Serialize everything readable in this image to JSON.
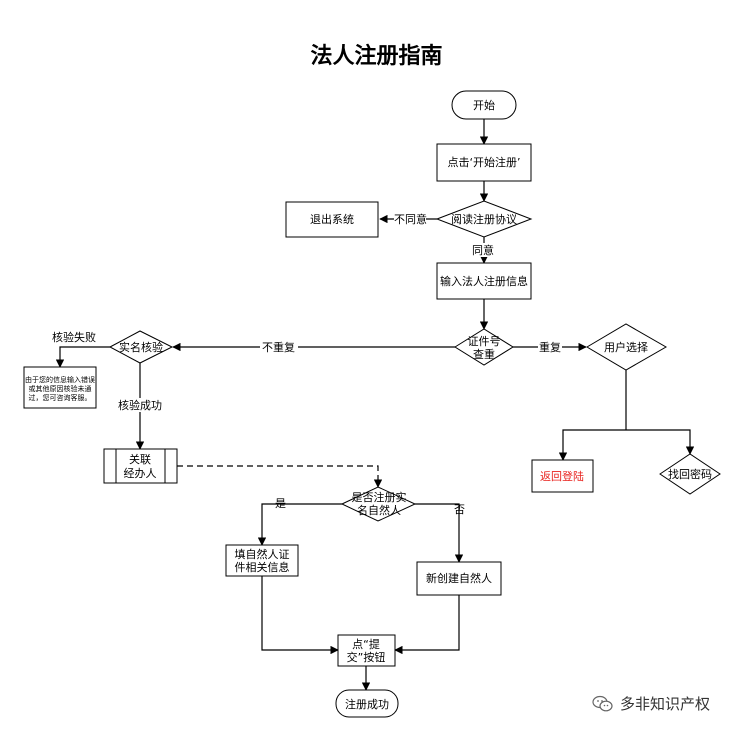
{
  "title": "法人注册指南",
  "nodes": {
    "start": "开始",
    "click_start": "点击‘开始注册’",
    "read_agreement": "阅读注册协议",
    "exit": "退出系统",
    "input_info": "输入法人注册信息",
    "id_check_l1": "证件号",
    "id_check_l2": "查重",
    "realname": "实名核验",
    "user_choice": "用户选择",
    "fail_note_l1": "由于您的信息输入错误",
    "fail_note_l2": "或其他原因核验未通",
    "fail_note_l3": "过，您可咨询客服。",
    "link_l1": "关联",
    "link_l2": "经办人",
    "is_registered_l1": "是否注册实",
    "is_registered_l2": "名自然人",
    "fill_info_l1": "填自然人证",
    "fill_info_l2": "件相关信息",
    "create_person": "新创建自然人",
    "back_login": "返回登陆",
    "find_password": "找回密码",
    "submit_l1": "点“提",
    "submit_l2": "交”按钮",
    "success": "注册成功"
  },
  "edges": {
    "disagree": "不同意",
    "agree": "同意",
    "not_duplicate": "不重复",
    "duplicate": "重复",
    "verify_fail": "核验失败",
    "verify_success": "核验成功",
    "yes": "是",
    "no": "否"
  },
  "colors": {
    "accent_red": "#e8231e",
    "line": "#000000"
  },
  "watermark": {
    "text": "多非知识产权",
    "icon": "wechat-icon"
  }
}
